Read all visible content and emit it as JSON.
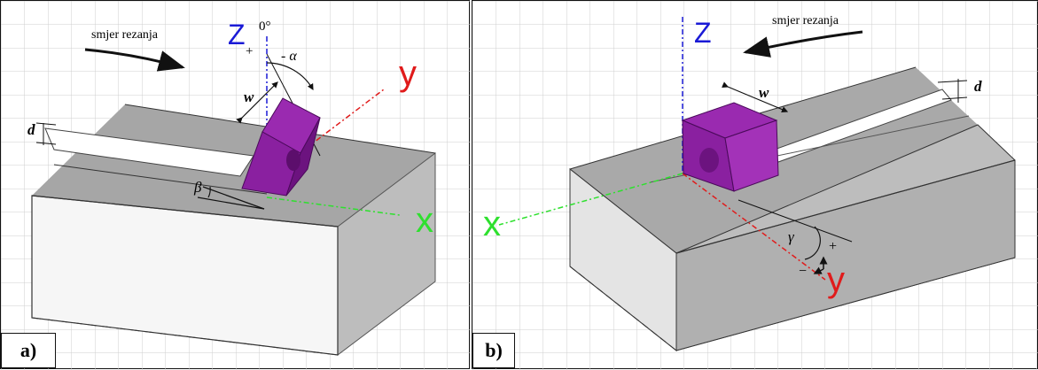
{
  "colors": {
    "z_axis": "#1a1ad6",
    "y_axis": "#e01b1b",
    "x_axis": "#2ee02e",
    "tool": "#9a2ab0",
    "tool_dark": "#6c137f",
    "workpiece_top": "#a6a6a6",
    "workpiece_side": "#bdbdbd",
    "workpiece_front": "#f4f4f4",
    "grid": "#c8c8c8"
  },
  "panel_a": {
    "tag": "a)",
    "cut_direction": "smjer rezanja",
    "axis_z": "Z",
    "axis_y": "y",
    "axis_x": "x",
    "zero_angle": "0°",
    "plus": "+",
    "alpha": "- α",
    "w": "w",
    "d": "d",
    "beta": "β"
  },
  "panel_b": {
    "tag": "b)",
    "cut_direction": "smjer rezanja",
    "axis_z": "Z",
    "axis_y": "y",
    "axis_x": "x",
    "w": "w",
    "d": "d",
    "gamma": "γ",
    "plus": "+",
    "minus": "−"
  }
}
